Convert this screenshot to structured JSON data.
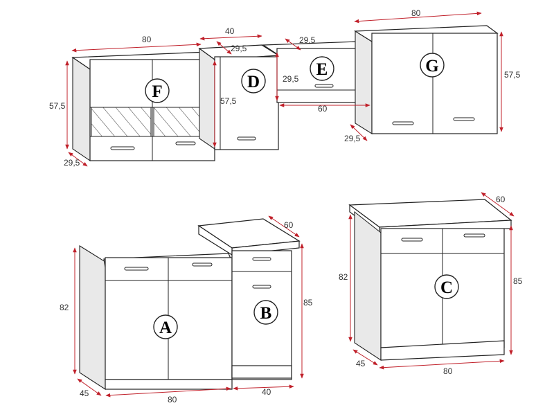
{
  "colors": {
    "dimension": "#c0202a",
    "outline": "#222222",
    "background": "#ffffff"
  },
  "units": {
    "A": {
      "letter": "A"
    },
    "B": {
      "letter": "B"
    },
    "C": {
      "letter": "C"
    },
    "D": {
      "letter": "D"
    },
    "E": {
      "letter": "E"
    },
    "F": {
      "letter": "F"
    },
    "G": {
      "letter": "G"
    }
  },
  "dims": {
    "f_width": "80",
    "f_height": "57,5",
    "f_depth": "29,5",
    "d_width": "40",
    "d_depth": "29,5",
    "d_height": "57,5",
    "e_depth": "29,5",
    "e_height": "29,5",
    "e_width": "60",
    "g_width": "80",
    "g_height": "57,5",
    "g_depth": "29,5",
    "ab_depth": "60",
    "a_height": "82",
    "b_height": "85",
    "a_depth": "45",
    "a_width": "80",
    "b_width": "40",
    "c_depth_top": "60",
    "c_height_inner": "82",
    "c_height": "85",
    "c_depth": "45",
    "c_width": "80"
  }
}
